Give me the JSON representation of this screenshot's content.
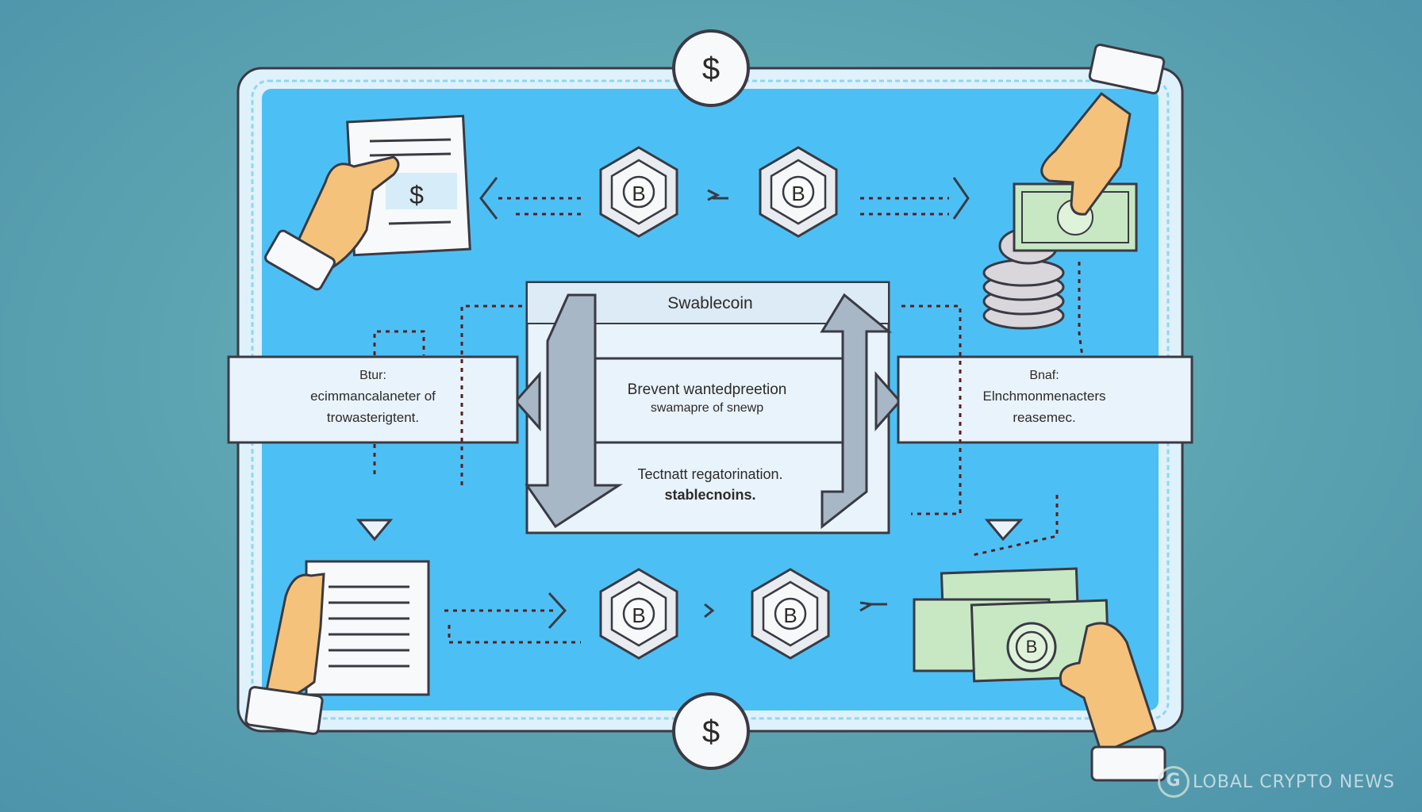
{
  "diagram": {
    "center": {
      "title": "Swablecoin",
      "middle_line1": "Brevent wantedpreetion",
      "middle_line2": "swamapre of snewp",
      "bottom_line1": "Tectnatt regatorination.",
      "bottom_line2": "stablecnoins."
    },
    "left_box": {
      "line1": "Btur:",
      "line2": "ecimmancalaneter of",
      "line3": "trowasterigtent."
    },
    "right_box": {
      "line1": "Bnaf:",
      "line2": "Elnchmonmenacters",
      "line3": "reasemec."
    },
    "dollar_symbol": "$",
    "coin_symbol": "B"
  },
  "watermark": {
    "letter": "G",
    "text": "LOBAL CRYPTO NEWS"
  },
  "colors": {
    "background": "#5fa7b3",
    "board": "#4cc0f5",
    "board_frame": "#dff1fb",
    "line": "#3a3a44",
    "dotted": "#5a1e1e",
    "skin": "#f4c27a",
    "money": "#c7e8c2"
  },
  "icons": [
    "hand-icon",
    "document-icon",
    "hexagon-coin-icon",
    "dollar-circle-icon",
    "banknote-icon",
    "coin-stack-icon",
    "arrow-icon"
  ]
}
